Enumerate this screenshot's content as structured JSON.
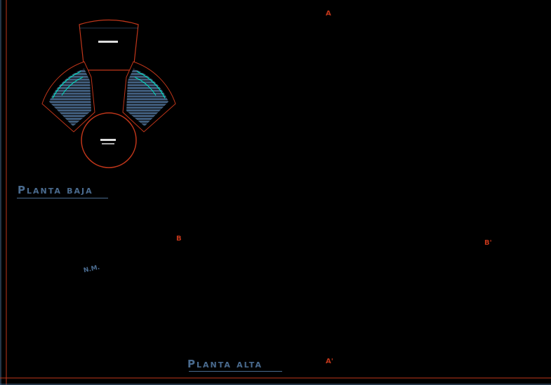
{
  "drawing": {
    "ground_floor_title": "Planta baja",
    "upper_floor_title": "Planta alta",
    "north_label": "N.M.",
    "section_a_top": "A",
    "section_a_bottom": "A'",
    "section_b_left": "B",
    "section_b_right": "B'"
  },
  "colors": {
    "background": "#000000",
    "wall": "#c0361a",
    "section_line": "#1a1aff",
    "vegetation": "#2d5a14",
    "tree": "#1fae2a",
    "stairs": "#4a6b8f",
    "paving": "#9a9a9a",
    "accent": "#00e0c0"
  }
}
